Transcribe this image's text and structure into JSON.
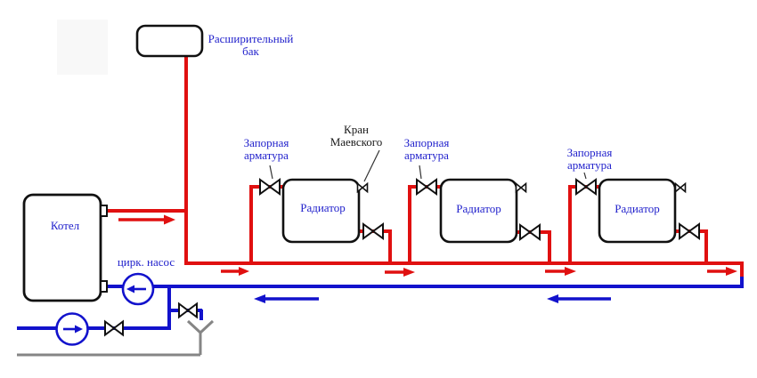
{
  "diagram": {
    "expansion_tank": {
      "label_line1": "Расширительный",
      "label_line2": "бак"
    },
    "boiler": {
      "label": "Котел"
    },
    "circulation_pump": {
      "label": "цирк. насос"
    },
    "shutoff_valve": {
      "label_line1": "Запорная",
      "label_line2": "арматура"
    },
    "mayevsky_valve": {
      "label_line1": "Кран",
      "label_line2": "Маевского"
    },
    "radiator": {
      "label": "Радиатор"
    },
    "colors": {
      "supply_pipe": "#e01010",
      "return_pipe": "#1212cc",
      "drain_pipe": "#858585",
      "label_blue": "#2222cc",
      "label_black": "#1a1a1a",
      "outline_black": "#111111"
    }
  }
}
